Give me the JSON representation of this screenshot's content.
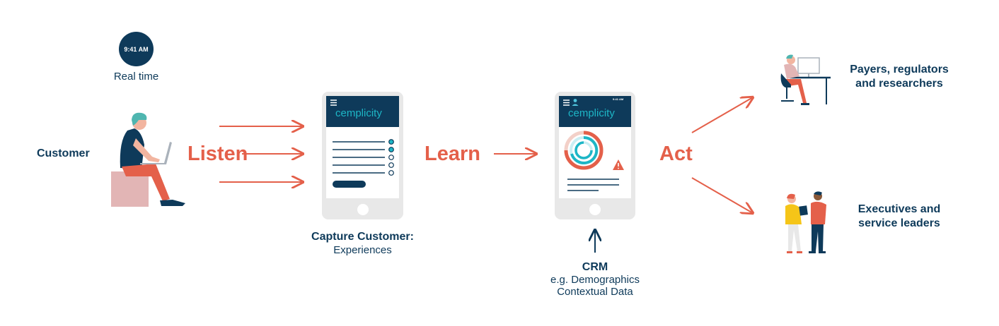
{
  "clock": {
    "time": "9:41 AM",
    "label": "Real time"
  },
  "customer": {
    "label": "Customer"
  },
  "stages": {
    "listen": "Listen",
    "learn": "Learn",
    "act": "Act"
  },
  "capture": {
    "title": "Capture Customer:",
    "subtitle": "Experiences"
  },
  "phone": {
    "brand": "cemplicity",
    "status_time": "9:41 AM"
  },
  "crm": {
    "title": "CRM",
    "line1": "e.g. Demographics",
    "line2": "Contextual Data"
  },
  "audiences": {
    "top": {
      "line1": "Payers, regulators",
      "line2": "and researchers"
    },
    "bottom": {
      "line1": "Executives and",
      "line2": "service leaders"
    }
  },
  "colors": {
    "navy": "#0e3a5a",
    "accent": "#e4604a",
    "teal": "#1db6c6",
    "phone_body": "#e8e8e8"
  }
}
